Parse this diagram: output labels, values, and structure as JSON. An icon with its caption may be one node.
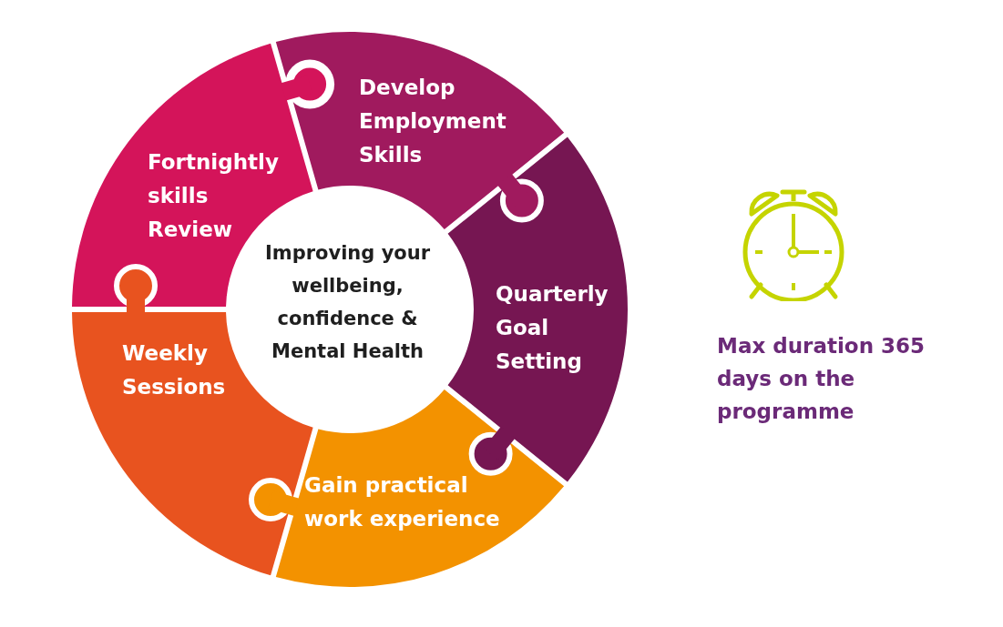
{
  "diagram": {
    "nodes": [
      {
        "text": [
          "Develop Employment Skills"
        ]
      },
      {
        "text": [
          "Fortnightly skills Review"
        ]
      },
      {
        "text": [
          "Improving your wellbeing, confidence & Mental Health"
        ]
      },
      {
        "text": [
          "Quarterly Goal Setting"
        ]
      },
      {
        "text": [
          "Weekly Sessions"
        ]
      },
      {
        "text": [
          "Gain practical work experience"
        ]
      }
    ],
    "labels": [
      "Max duration 365 days on the programme"
    ]
  }
}
